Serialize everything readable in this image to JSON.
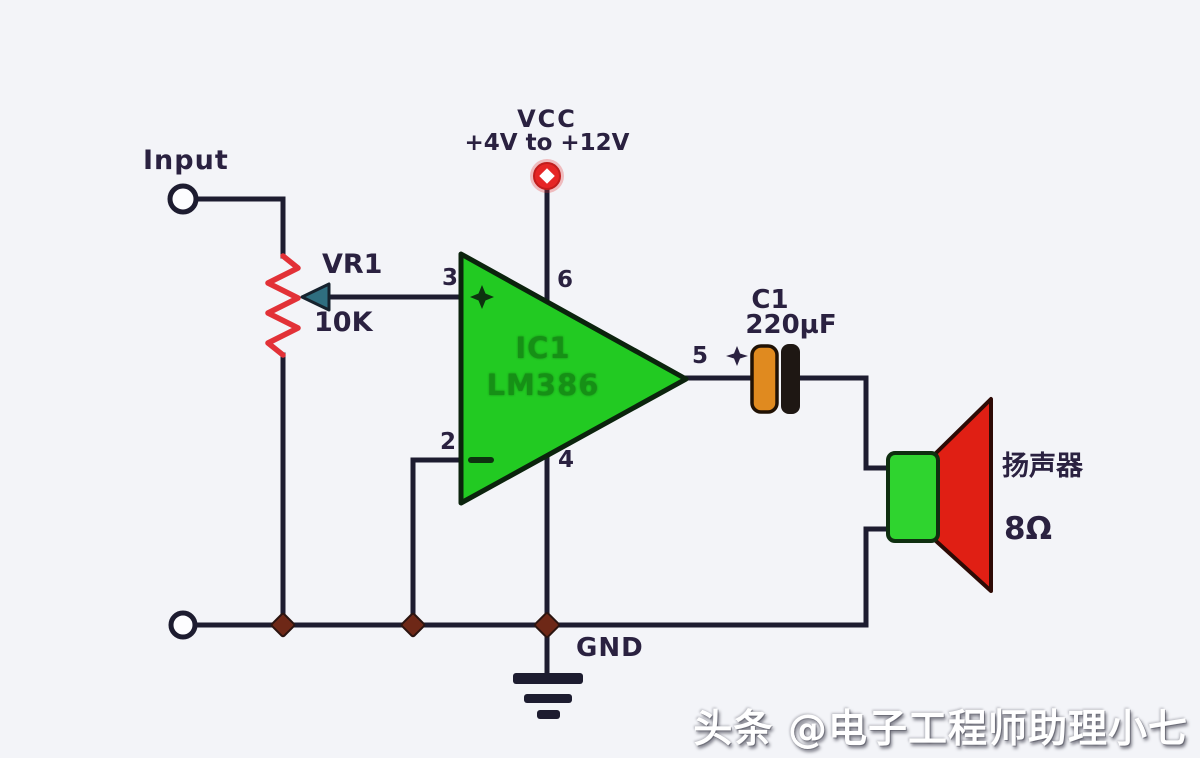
{
  "diagram": {
    "type": "circuit-schematic",
    "description_visible_texts_only": true
  },
  "colors": {
    "background": "#f3f4f8",
    "wire": "#1d1c30",
    "label_text": "#2a2140",
    "resistor_red": "#e23137",
    "wiper_teal": "#2f6e80",
    "ic_fill": "#22ca22",
    "ic_stroke": "#0b230d",
    "ic_text_green": "#169016",
    "vcc_red": "#e62626",
    "cap_orange": "#e08a1f",
    "cap_black_plate": "#1e1713",
    "speaker_green": "#2fd42f",
    "speaker_red": "#e01f14",
    "junction_dot": "#6e2817",
    "watermark_text": "#ffffff"
  },
  "icons": {
    "input_terminal": "open-circle-terminal-icon",
    "vcc_terminal": "power-terminal-icon",
    "ic_plus_mark": "plus-star-icon",
    "ic_minus_mark": "minus-bar-icon",
    "cap_polarity_mark": "plus-star-icon",
    "ground_symbol": "earth-ground-icon",
    "junctions": "solder-junction-dot-icon",
    "speaker_symbol": "loudspeaker-icon"
  },
  "input": {
    "label": "Input"
  },
  "potentiometer": {
    "name": "VR1",
    "value": "10K"
  },
  "power": {
    "net": "VCC",
    "range": "+4V to +12V"
  },
  "opamp": {
    "designator": "IC1",
    "part": "LM386",
    "pins": {
      "in_plus": "3",
      "in_minus": "2",
      "vcc": "6",
      "gnd": "4",
      "out": "5"
    }
  },
  "capacitor": {
    "name": "C1",
    "value": "220µF"
  },
  "ground": {
    "label": "GND"
  },
  "speaker": {
    "name": "扬声器",
    "impedance": "8Ω"
  },
  "watermark": {
    "text": "头条 @电子工程师助理小七"
  }
}
